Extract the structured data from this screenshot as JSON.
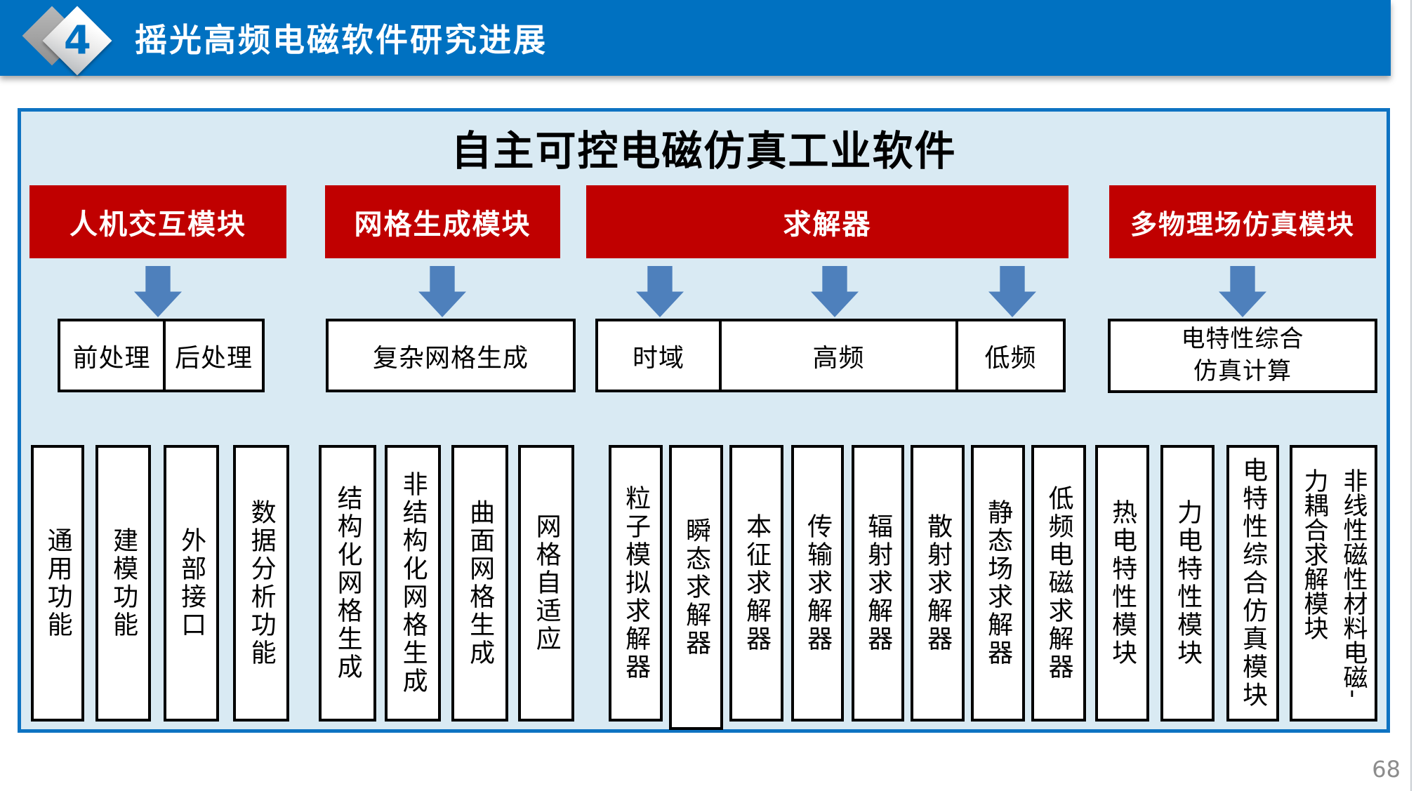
{
  "header": {
    "badge": "4",
    "title": "摇光高频电磁软件研究进展"
  },
  "panel": {
    "title": "自主可控电磁仿真工业软件",
    "groups": [
      {
        "header": "人机交互模块",
        "sub": [
          "前处理",
          "后处理"
        ],
        "items": [
          "通用功能",
          "建模功能",
          "外部接口",
          "数据分析功能"
        ]
      },
      {
        "header": "网格生成模块",
        "sub": [
          "复杂网格生成"
        ],
        "items": [
          "结构化网格生成",
          "非结构化网格生成",
          "曲面网格生成",
          "网格自适应"
        ]
      },
      {
        "header": "求解器",
        "sub": [
          "时域",
          "高频",
          "低频"
        ],
        "items": [
          "粒子模拟求解器",
          "瞬态求解器",
          "本征求解器",
          "传输求解器",
          "辐射求解器",
          "散射求解器",
          "静态场求解器",
          "低频电磁求解器"
        ]
      },
      {
        "header": "多物理场仿真模块",
        "sub": [
          "电特性综合\n仿真计算"
        ],
        "items": [
          "热电特性模块",
          "力电特性模块",
          "电特性综合仿真模块",
          "非线性磁性材料电磁-\n力耦合求解模块"
        ]
      }
    ]
  },
  "colors": {
    "header_blue": "#0071c1",
    "module_red": "#c00000",
    "arrow_blue": "#4e80bc",
    "panel_background": "#d9eaf3",
    "panel_border": "#0e73c2",
    "page_number_gray": "#8c8c8c"
  },
  "page": {
    "number": "68"
  }
}
